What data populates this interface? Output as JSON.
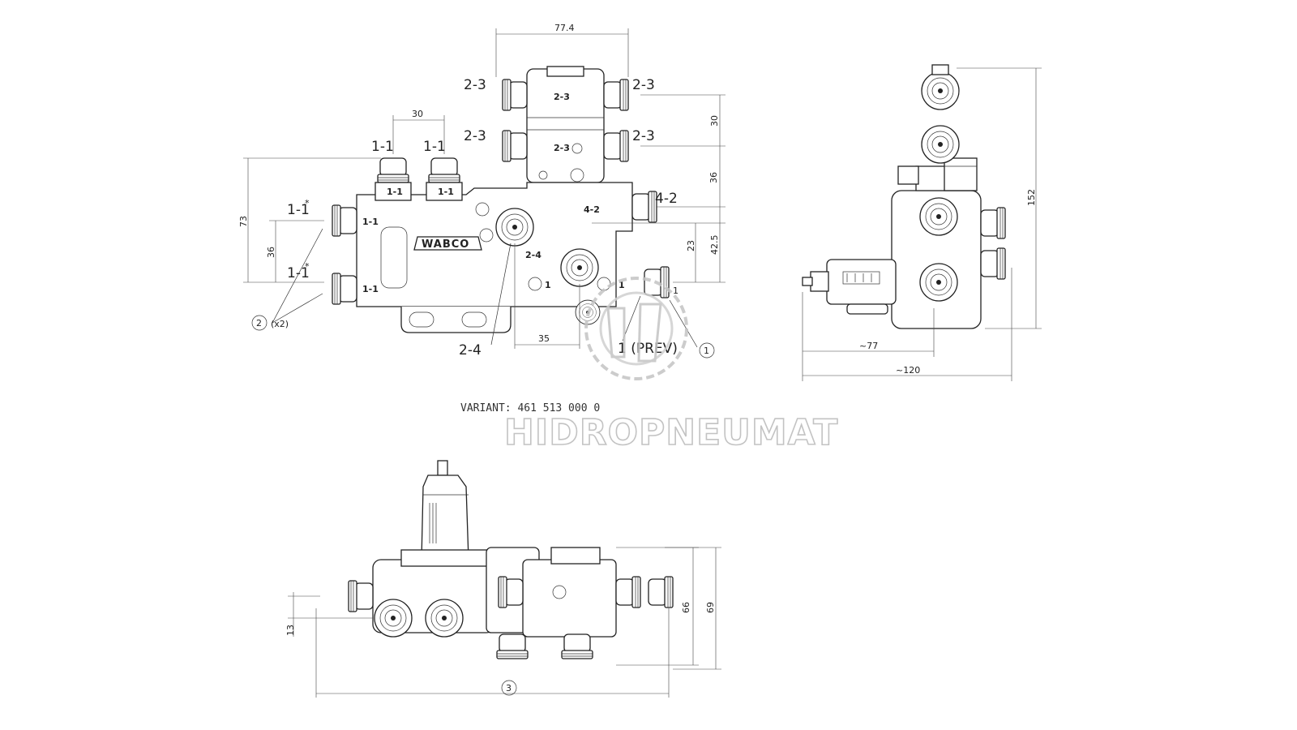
{
  "drawing": {
    "front_view": {
      "ports": {
        "p23_tl": "2-3",
        "p23_tr": "2-3",
        "p23_ml": "2-3",
        "p23_mr": "2-3",
        "p11_a": "1-1",
        "p11_b": "1-1",
        "p11s_a": "1-1",
        "p11s_b": "1-1",
        "star": "*",
        "p42": "4-2",
        "p24": "2-4",
        "p1_prev": "1 (PREV)",
        "p1_small": "1"
      },
      "body_marks": {
        "m23a": "2-3",
        "m23b": "2-3",
        "m11a": "1-1",
        "m11b": "1-1",
        "m11c": "1-1",
        "m11d": "1-1",
        "m42": "4-2",
        "m24": "2-4",
        "m1a": "1",
        "m1b": "1"
      },
      "brand": "WABCO",
      "dimensions": {
        "d774": "77.4",
        "d30_top": "30",
        "d30_right": "30",
        "d36_right": "36",
        "d425": "42.5",
        "d23": "23",
        "d73": "73",
        "d36_left": "36",
        "d35": "35"
      },
      "callouts": {
        "c2": "2",
        "c2_qty": "(x2)",
        "c1": "1"
      }
    },
    "side_view": {
      "dimensions": {
        "d152": "152",
        "d77": "~77",
        "d120": "~120"
      }
    },
    "bottom_view": {
      "dimensions": {
        "d13": "13",
        "d66": "66",
        "d69": "69"
      },
      "callouts": {
        "c3": "3"
      }
    },
    "variant": "VARIANT: 461 513 000 0",
    "watermark": "HIDROPNEUMAT",
    "colors": {
      "line": "#222222",
      "watermark_stroke": "#b9b9b9",
      "background": "#ffffff"
    }
  }
}
